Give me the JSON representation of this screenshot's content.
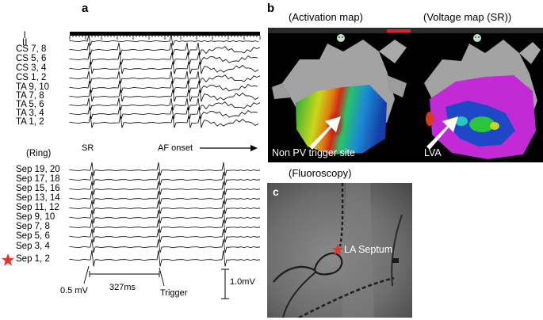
{
  "panels": {
    "a": "a",
    "b": "b",
    "c": "c"
  },
  "panel_a": {
    "surface_leads": [
      "I",
      "II"
    ],
    "top_leads": [
      "CS 7, 8",
      "CS 5, 6",
      "CS 3, 4",
      "CS 1, 2",
      "TA 9, 10",
      "TA 7, 8",
      "TA 5, 6",
      "TA 3, 4",
      "TA 1, 2"
    ],
    "sr_label": "SR",
    "af_onset_label": "AF onset",
    "ring_label": "(Ring)",
    "ring_leads": [
      "Sep 19, 20",
      "Sep 17, 18",
      "Sep 15, 16",
      "Sep 13, 14",
      "Sep 11, 12",
      "Sep 9, 10",
      "Sep 7, 8",
      "Sep 5, 6",
      "Sep 3, 4",
      "Sep 1, 2"
    ],
    "amplitude_label": "0.5 mV",
    "interval_label": "327ms",
    "trigger_label": "Trigger",
    "scale_label": "1.0mV",
    "star_color": "#e8332a"
  },
  "panel_b": {
    "activation_title": "(Activation map)",
    "voltage_title": "(Voltage map (SR))",
    "trigger_site_label": "Non PV trigger site",
    "lva_label": "LVA"
  },
  "panel_c": {
    "title": "(Fluoroscopy)",
    "septum_label": "LA Septum",
    "star_color": "#e8332a"
  }
}
